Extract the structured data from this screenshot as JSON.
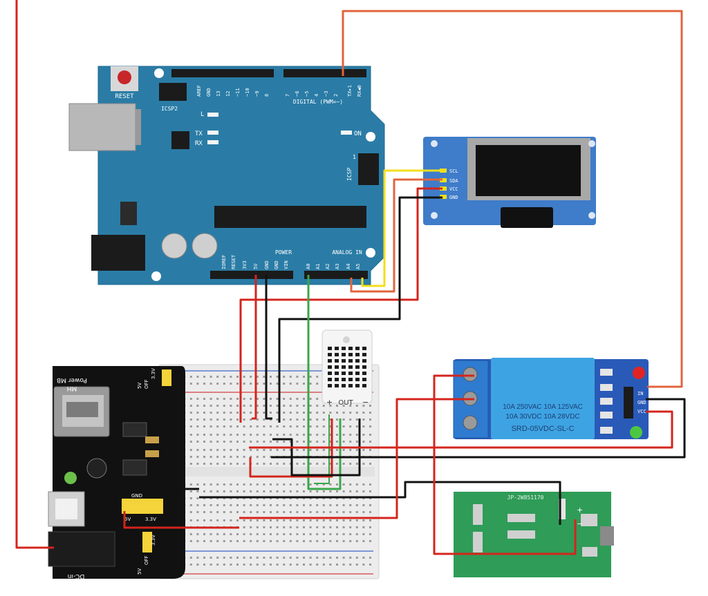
{
  "colors": {
    "arduino_board": "#2a7ca6",
    "arduino_header": "#1a1a1a",
    "oled_board": "#3f7cc9",
    "oled_screen": "#111111",
    "relay_board": "#2a5ab8",
    "relay_cube": "#3ea3e3",
    "terminal_block": "#2f7bd0",
    "power_module": "#111111",
    "breadboard": "#efefef",
    "sensor_body": "#f5f5f5",
    "ac_module": "#2f9c58",
    "wire_red": "#d4251c",
    "wire_black": "#111111",
    "wire_yellow": "#f2df1a",
    "wire_orange": "#e0653c",
    "wire_green": "#3aa64a",
    "rail_red": "#d63c3c",
    "rail_blue": "#3b66c8"
  },
  "arduino": {
    "reset_label": "RESET",
    "icsp2_label": "ICSP2",
    "icsp_label": "ICSP",
    "icsp_pin1": "1",
    "led_l": "L",
    "led_tx": "TX",
    "led_rx": "RX",
    "led_on": "ON",
    "digital_label": "DIGITAL (PWM=~)",
    "top_pins": [
      "AREF",
      "GND",
      "13",
      "12",
      "~11",
      "~10",
      "~9",
      "8",
      "7",
      "~6",
      "~5",
      "4",
      "~3",
      "2",
      "TX▸1",
      "RX◀0"
    ],
    "power_label": "POWER",
    "analog_label": "ANALOG IN",
    "power_pins": [
      "IOREF",
      "RESET",
      "3V3",
      "5V",
      "GND",
      "GND",
      "VIN"
    ],
    "analog_pins": [
      "A0",
      "A1",
      "A2",
      "A3",
      "A4",
      "A5"
    ]
  },
  "oled": {
    "pins": [
      "SCL",
      "SDA",
      "VCC",
      "GND"
    ]
  },
  "power_module": {
    "name": "Power MB",
    "brand": "MH",
    "jumper_top": [
      "5V",
      "OFF",
      "3.3V"
    ],
    "jumper_bottom": [
      "5V",
      "OFF",
      "3.3V"
    ],
    "rail_labels": [
      "GND",
      "5V",
      "3.3V"
    ],
    "dc_label": "DC-in"
  },
  "sensor": {
    "plus": "+",
    "out": "OUT",
    "minus": "−"
  },
  "relay": {
    "rating_lines": [
      "10A 250VAC  10A 125VAC",
      "10A  30VDC  10A  28VDC"
    ],
    "model": "SRD-05VDC-SL-C",
    "pins": [
      "IN",
      "GND",
      "VCC"
    ]
  },
  "ac_module": {
    "label": "JP-2W851170",
    "plus": "+",
    "minus": "−"
  }
}
